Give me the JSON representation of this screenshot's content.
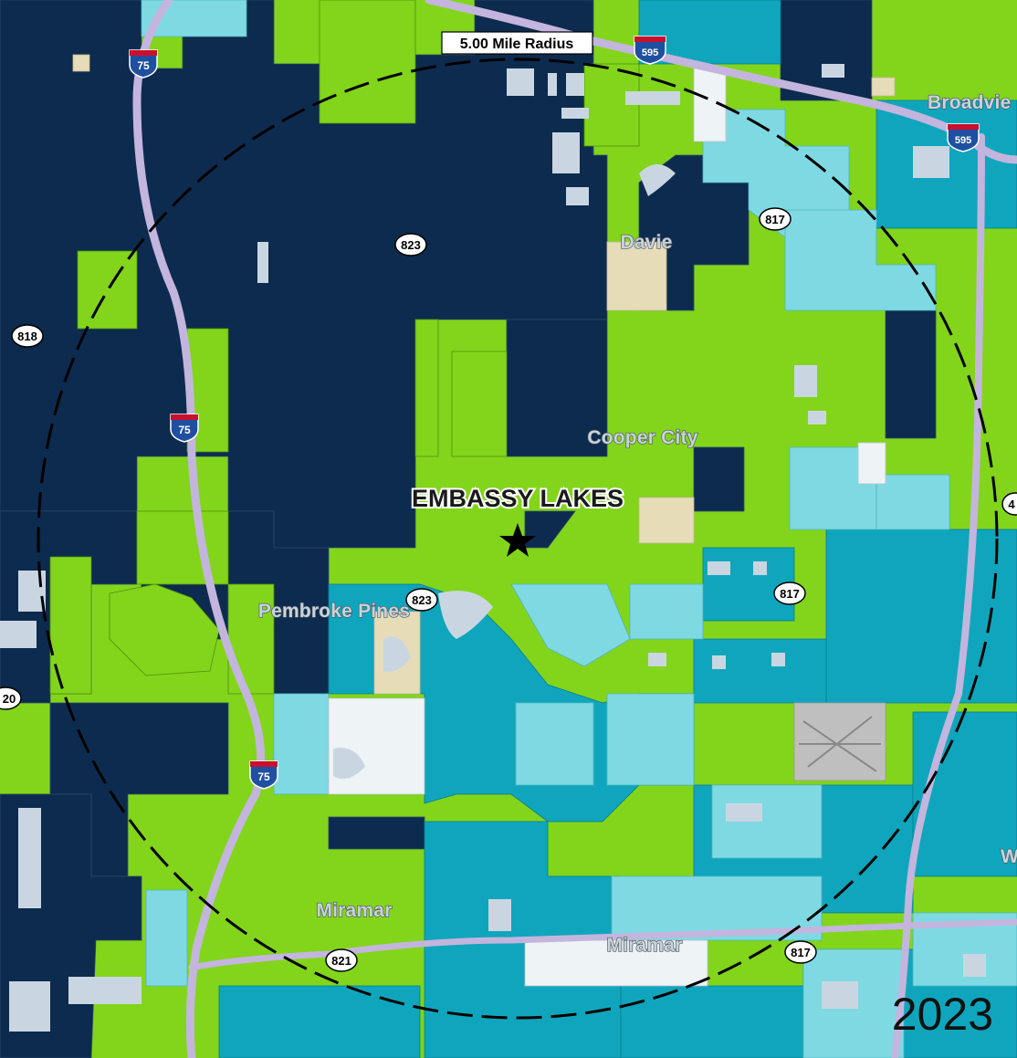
{
  "site": {
    "name": "EMBASSY LAKES"
  },
  "radius": {
    "label": "5.00 Mile Radius"
  },
  "year": "2023",
  "places": {
    "davie": "Davie",
    "cooper_city": "Cooper City",
    "pembroke_pines": "Pembroke Pines",
    "miramar_west": "Miramar",
    "miramar_east": "Miramar",
    "broadview": "Broadvie",
    "edge_w": "W"
  },
  "shields": {
    "i75_top": "75",
    "i75_mid": "75",
    "i75_low": "75",
    "i595_top": "595",
    "i595_right": "595",
    "sr823_north": "823",
    "sr823_south": "823",
    "sr817_north": "817",
    "sr817_mid": "817",
    "sr817_south": "817",
    "sr818": "818",
    "sr821": "821",
    "sr820_edge": "20",
    "sr4_edge": "4"
  },
  "colors": {
    "dark_navy": "#0d2b4e",
    "lime": "#82d51a",
    "teal": "#0fa6bd",
    "light_cyan": "#7fd9e3",
    "tan": "#e6dcb8",
    "pale": "#eef3f5",
    "gray": "#bfbfbf",
    "road": "#c3b5dd",
    "water": "#c9d6e2"
  }
}
